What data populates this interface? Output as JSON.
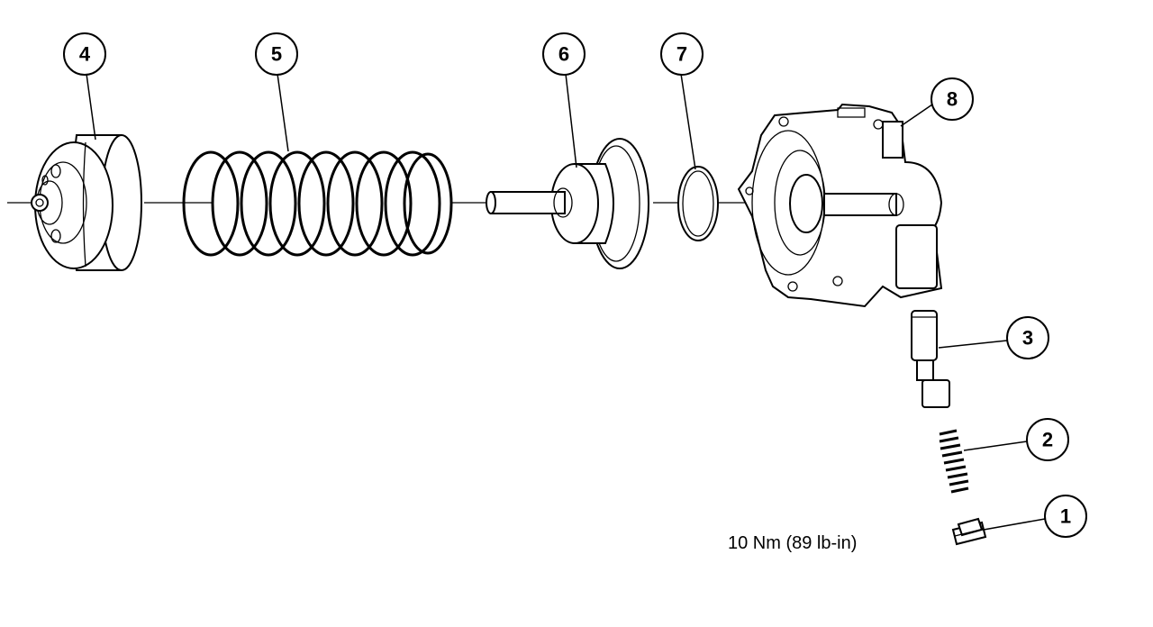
{
  "callouts": [
    {
      "id": "1",
      "part": "plug"
    },
    {
      "id": "2",
      "part": "small-spring"
    },
    {
      "id": "3",
      "part": "valve"
    },
    {
      "id": "4",
      "part": "piston"
    },
    {
      "id": "5",
      "part": "large-spring"
    },
    {
      "id": "6",
      "part": "piston-rod-assembly"
    },
    {
      "id": "7",
      "part": "o-ring"
    },
    {
      "id": "8",
      "part": "housing"
    }
  ],
  "torque_spec": "10 Nm (89 lb-in)"
}
